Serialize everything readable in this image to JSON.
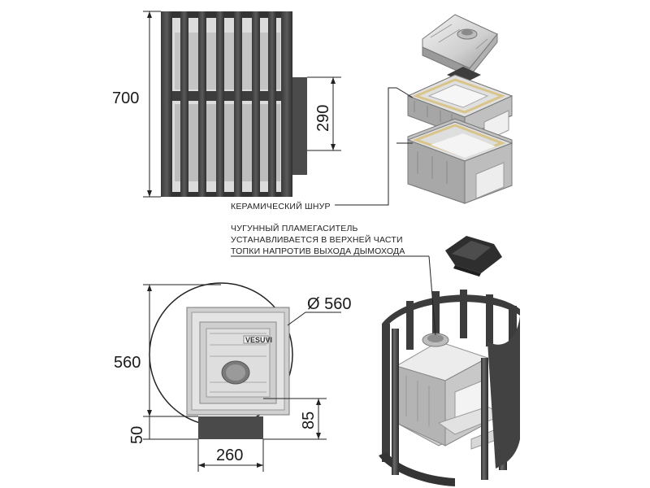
{
  "dimensions": {
    "height_total": "700",
    "tank_height": "290",
    "depth": "560",
    "diameter": "Ø 560",
    "leg_height": "50",
    "outlet_height": "85",
    "outlet_width": "260"
  },
  "labels": {
    "ceramic_cord": "КЕРАМИЧЕСКИЙ ШНУР",
    "flame_arrester_line1": "ЧУГУННЫЙ ПЛАМЕГАСИТЕЛЬ",
    "flame_arrester_line2": "УСТАНАВЛИВАЕТСЯ В ВЕРХНЕЙ ЧАСТИ",
    "flame_arrester_line3": "ТОПКИ НАПРОТИВ ВЫХОДА ДЫМОХОДА"
  },
  "brand": "VESUVI",
  "colors": {
    "frame": "#4a4a4a",
    "frame_dark": "#2e2e2e",
    "casting_light": "#e6e6e6",
    "casting_mid": "#c8c8c8",
    "casting_dark": "#8e8e8e",
    "ceramic_cord": "#d9c58a",
    "line": "#222222"
  }
}
